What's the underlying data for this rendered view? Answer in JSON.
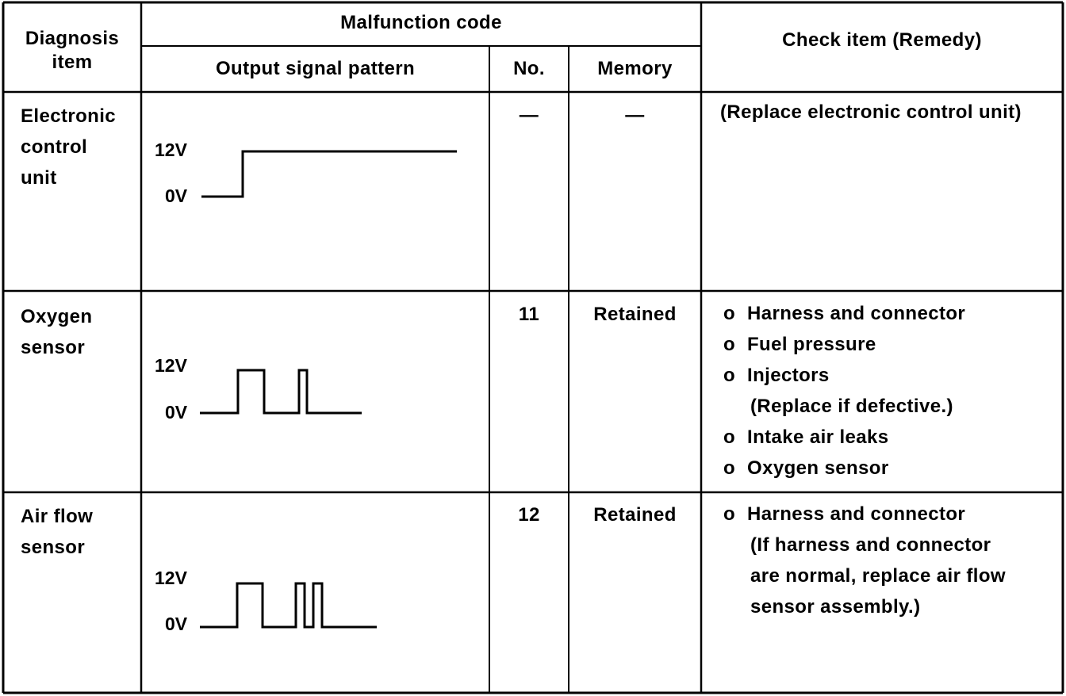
{
  "table": {
    "headers": {
      "diagnosis_item_line1": "Diagnosis",
      "diagnosis_item_line2": "item",
      "malfunction_code": "Malfunction code",
      "output_signal_pattern": "Output signal pattern",
      "no": "No.",
      "memory": "Memory",
      "check_item": "Check item (Remedy)"
    },
    "signal_labels": {
      "high": "12V",
      "low": "0V"
    },
    "rows": [
      {
        "diagnosis_lines": [
          "Electronic",
          "control",
          "unit"
        ],
        "no": "—",
        "memory": "—",
        "check_items": [
          {
            "bullet": "",
            "text": "(Replace electronic control unit)",
            "indent": false
          }
        ]
      },
      {
        "diagnosis_lines": [
          "Oxygen",
          "sensor"
        ],
        "no": "11",
        "memory": "Retained",
        "check_items": [
          {
            "bullet": "o",
            "text": "Harness and connector",
            "indent": false
          },
          {
            "bullet": "o",
            "text": "Fuel pressure",
            "indent": false
          },
          {
            "bullet": "o",
            "text": "Injectors",
            "indent": false
          },
          {
            "bullet": "",
            "text": "(Replace if defective.)",
            "indent": true
          },
          {
            "bullet": "o",
            "text": "Intake air leaks",
            "indent": false
          },
          {
            "bullet": "o",
            "text": "Oxygen sensor",
            "indent": false
          }
        ]
      },
      {
        "diagnosis_lines": [
          "Air flow",
          "sensor"
        ],
        "no": "12",
        "memory": "Retained",
        "check_items": [
          {
            "bullet": "o",
            "text": "Harness and connector",
            "indent": false
          },
          {
            "bullet": "",
            "text": "(If harness and connector",
            "indent": true
          },
          {
            "bullet": "",
            "text": "are normal, replace air flow",
            "indent": true
          },
          {
            "bullet": "",
            "text": "sensor assembly.)",
            "indent": true
          }
        ]
      }
    ]
  },
  "colors": {
    "ink": "#000000",
    "paper": "#ffffff"
  }
}
